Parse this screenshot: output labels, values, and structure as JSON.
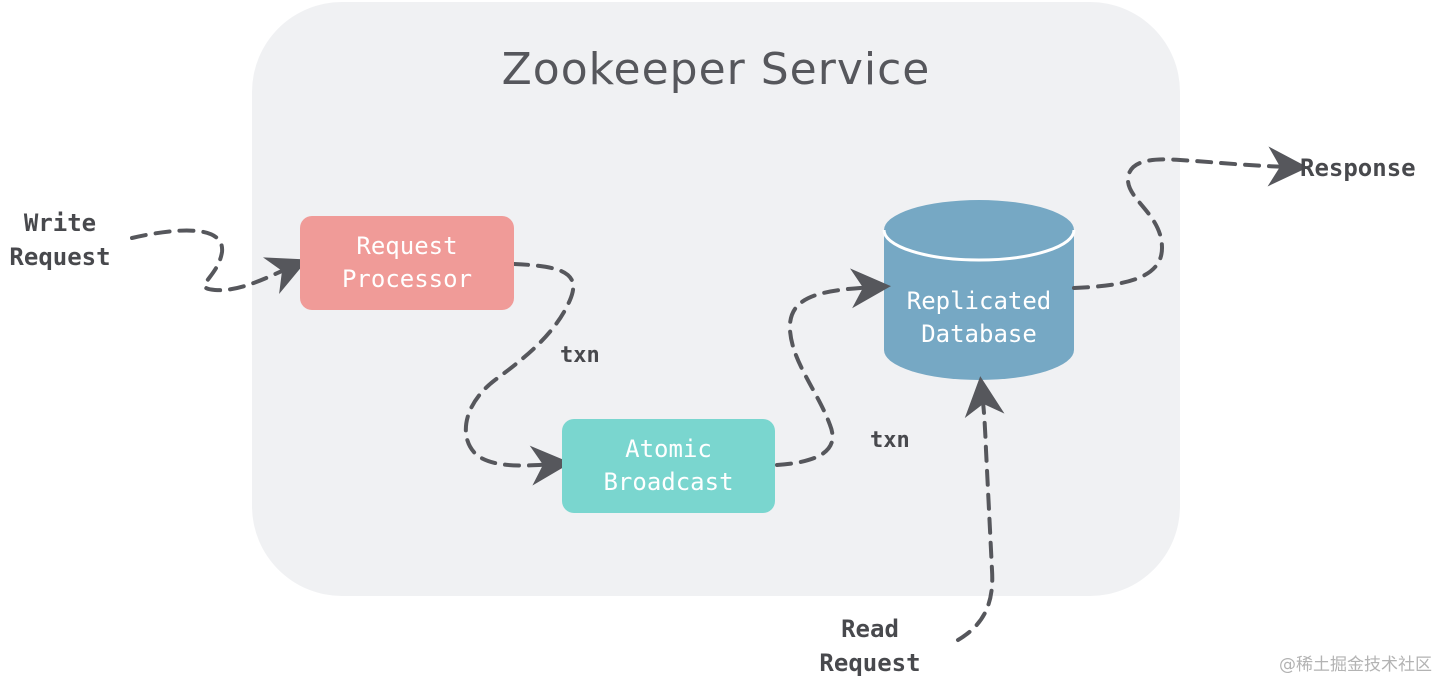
{
  "title": "Zookeeper Service",
  "nodes": {
    "request_processor": {
      "label": "Request\nProcessor",
      "color": "#f09b98"
    },
    "atomic_broadcast": {
      "label": "Atomic\nBroadcast",
      "color": "#7ad6cf"
    },
    "replicated_database": {
      "label": "Replicated\nDatabase",
      "color": "#76a8c4",
      "shape": "cylinder"
    }
  },
  "external": {
    "write_request": "Write\nRequest",
    "read_request": "Read\nRequest",
    "response": "Response"
  },
  "edges": [
    {
      "from": "Write Request",
      "to": "Request Processor",
      "label": ""
    },
    {
      "from": "Request Processor",
      "to": "Atomic Broadcast",
      "label": "txn"
    },
    {
      "from": "Atomic Broadcast",
      "to": "Replicated Database",
      "label": "txn"
    },
    {
      "from": "Read Request",
      "to": "Replicated Database",
      "label": ""
    },
    {
      "from": "Replicated Database",
      "to": "Response",
      "label": ""
    }
  ],
  "edge_labels": {
    "txn_1": "txn",
    "txn_2": "txn"
  },
  "watermark": "@稀土掘金技术社区",
  "colors": {
    "container": "#f0f1f3",
    "arrow": "#56575c",
    "text": "#48494d"
  }
}
